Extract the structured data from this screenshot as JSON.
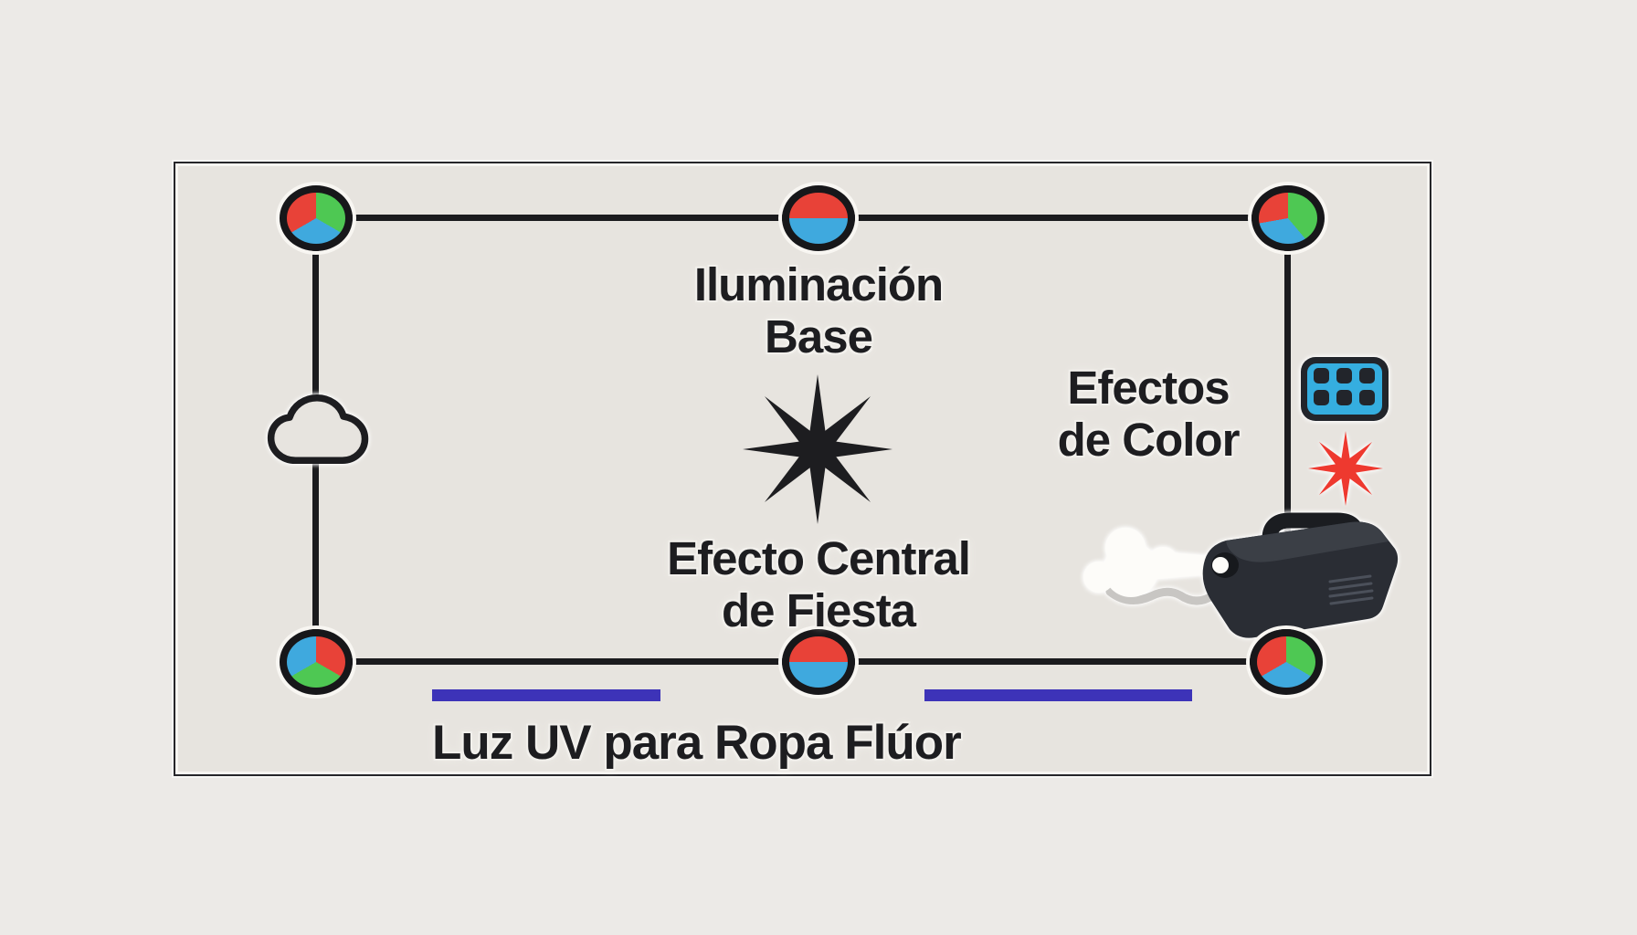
{
  "diagram": {
    "description": "Party lighting setup plan (floor layout)",
    "labels": {
      "base_lighting_line1": "Iluminación",
      "base_lighting_line2": "Base",
      "central_effect_line1": "Efecto Central",
      "central_effect_line2": "de Fiesta",
      "color_effects_line1": "Efectos",
      "color_effects_line2": "de Color",
      "uv_light": "Luz UV para Ropa Flúor"
    },
    "colors": {
      "page_bg": "#eceae7",
      "panel_bg": "#e7e4df",
      "line": "#1b1b1e",
      "text": "#1d1d20",
      "node_red": "#e84238",
      "node_green": "#4ec853",
      "node_blue": "#3fa9de",
      "uv_bar": "#3d33b8",
      "led_icon_blue": "#35aee0",
      "accent_star_red": "#ee392f",
      "machine_body": "#2a2d34",
      "smoke_white": "#fdfcf9"
    },
    "nodes": [
      {
        "id": "top-left",
        "segments": [
          "red",
          "green",
          "blue"
        ]
      },
      {
        "id": "top-center",
        "segments": [
          "red",
          "blue"
        ]
      },
      {
        "id": "top-right",
        "segments": [
          "red",
          "green",
          "blue"
        ]
      },
      {
        "id": "bottom-left",
        "segments": [
          "blue",
          "red",
          "green"
        ]
      },
      {
        "id": "bottom-center",
        "segments": [
          "red",
          "blue"
        ]
      },
      {
        "id": "bottom-right",
        "segments": [
          "red",
          "green",
          "blue"
        ]
      }
    ],
    "icons": [
      "rgb-node-icon",
      "cloud-hazer-icon",
      "starburst-icon",
      "led-color-panel-icon",
      "red-starburst-icon",
      "fog-machine-icon",
      "smoke-cloud-icon",
      "uv-bar"
    ]
  }
}
